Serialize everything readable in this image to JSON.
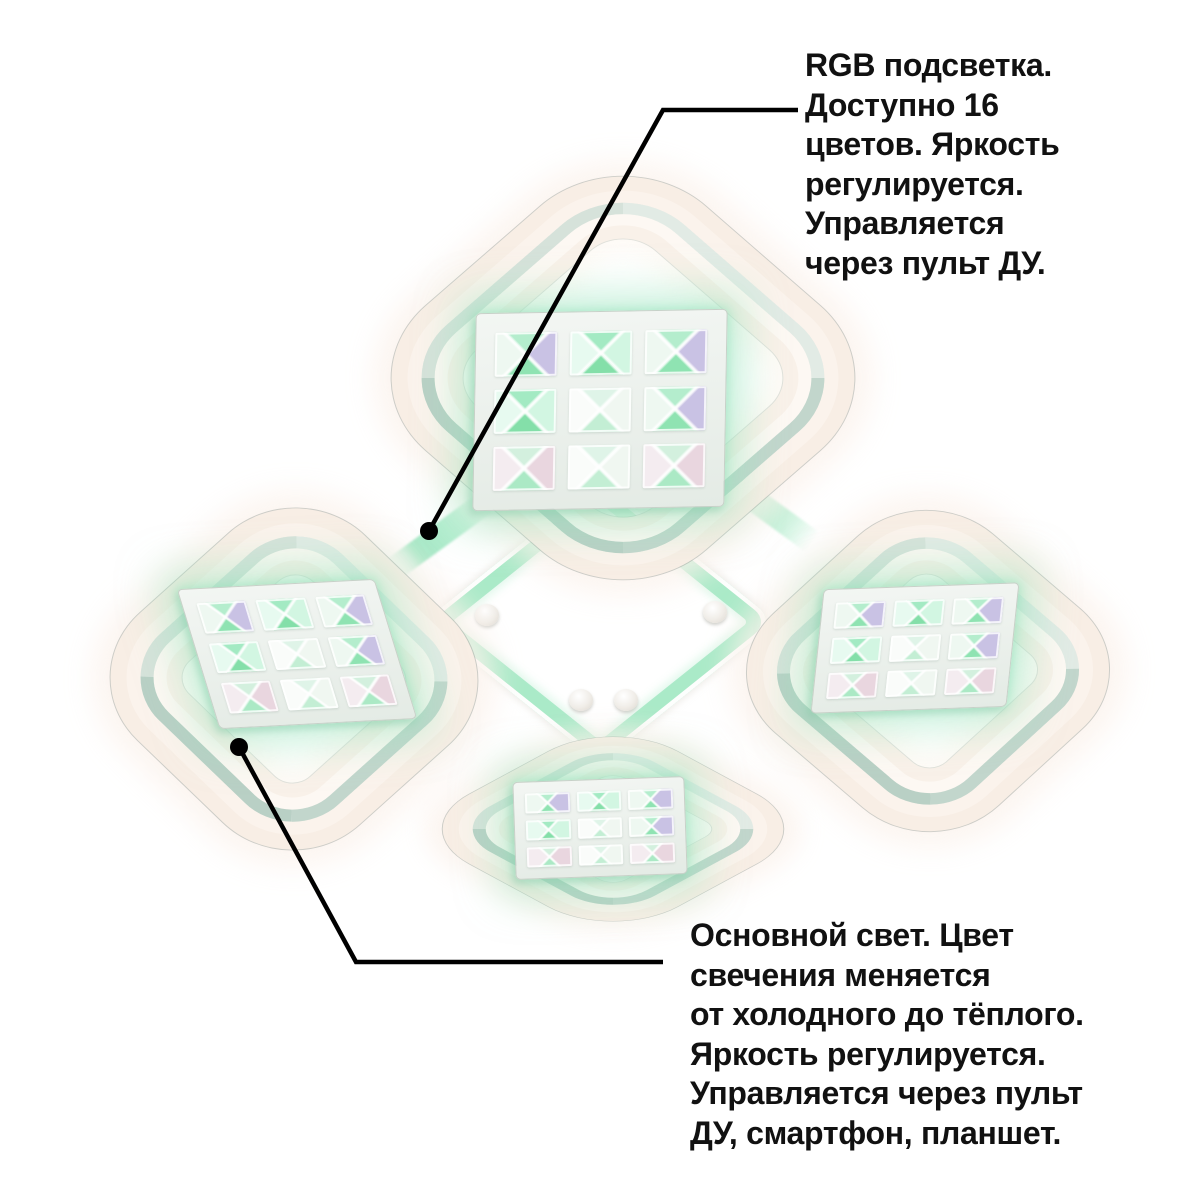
{
  "page": {
    "background": "#ffffff",
    "kind": "product photo of LED ceiling chandelier with two callout annotations"
  },
  "colors": {
    "annotation_text": "#111111",
    "leader_line": "#000000",
    "ring_warm_glow": "#f8eee5",
    "ring_frame": "#c2d6cc",
    "rgb_backlight_mint": "#9fe7c2",
    "crystal_green": "#8fe3b2",
    "crystal_lilac": "#c9c2e4",
    "crystal_pink": "#e9d6df",
    "panel_body": "#edf2ee"
  },
  "annotations": {
    "rgb": {
      "full_text": "RGB подсветка. Доступно 16 цветов. Яркость регулируется. Управляется через пульт ДУ.",
      "lines": [
        "RGB подсветка.",
        "Доступно 16",
        "цветов. Яркость",
        "регулируется.",
        "Управляется",
        "через пульт ДУ."
      ]
    },
    "main_light": {
      "full_text": "Основной свет. Цвет свечения меняется от холодного до тёплого. Яркость регулируется. Управляется через пульт ДУ, смартфон, планшет.",
      "lines": [
        "Основной свет. Цвет",
        "свечения меняется",
        "от холодного до тёплого.",
        "Яркость регулируется.",
        "Управляется через пульт",
        "ДУ, смартфон, планшет."
      ]
    }
  }
}
